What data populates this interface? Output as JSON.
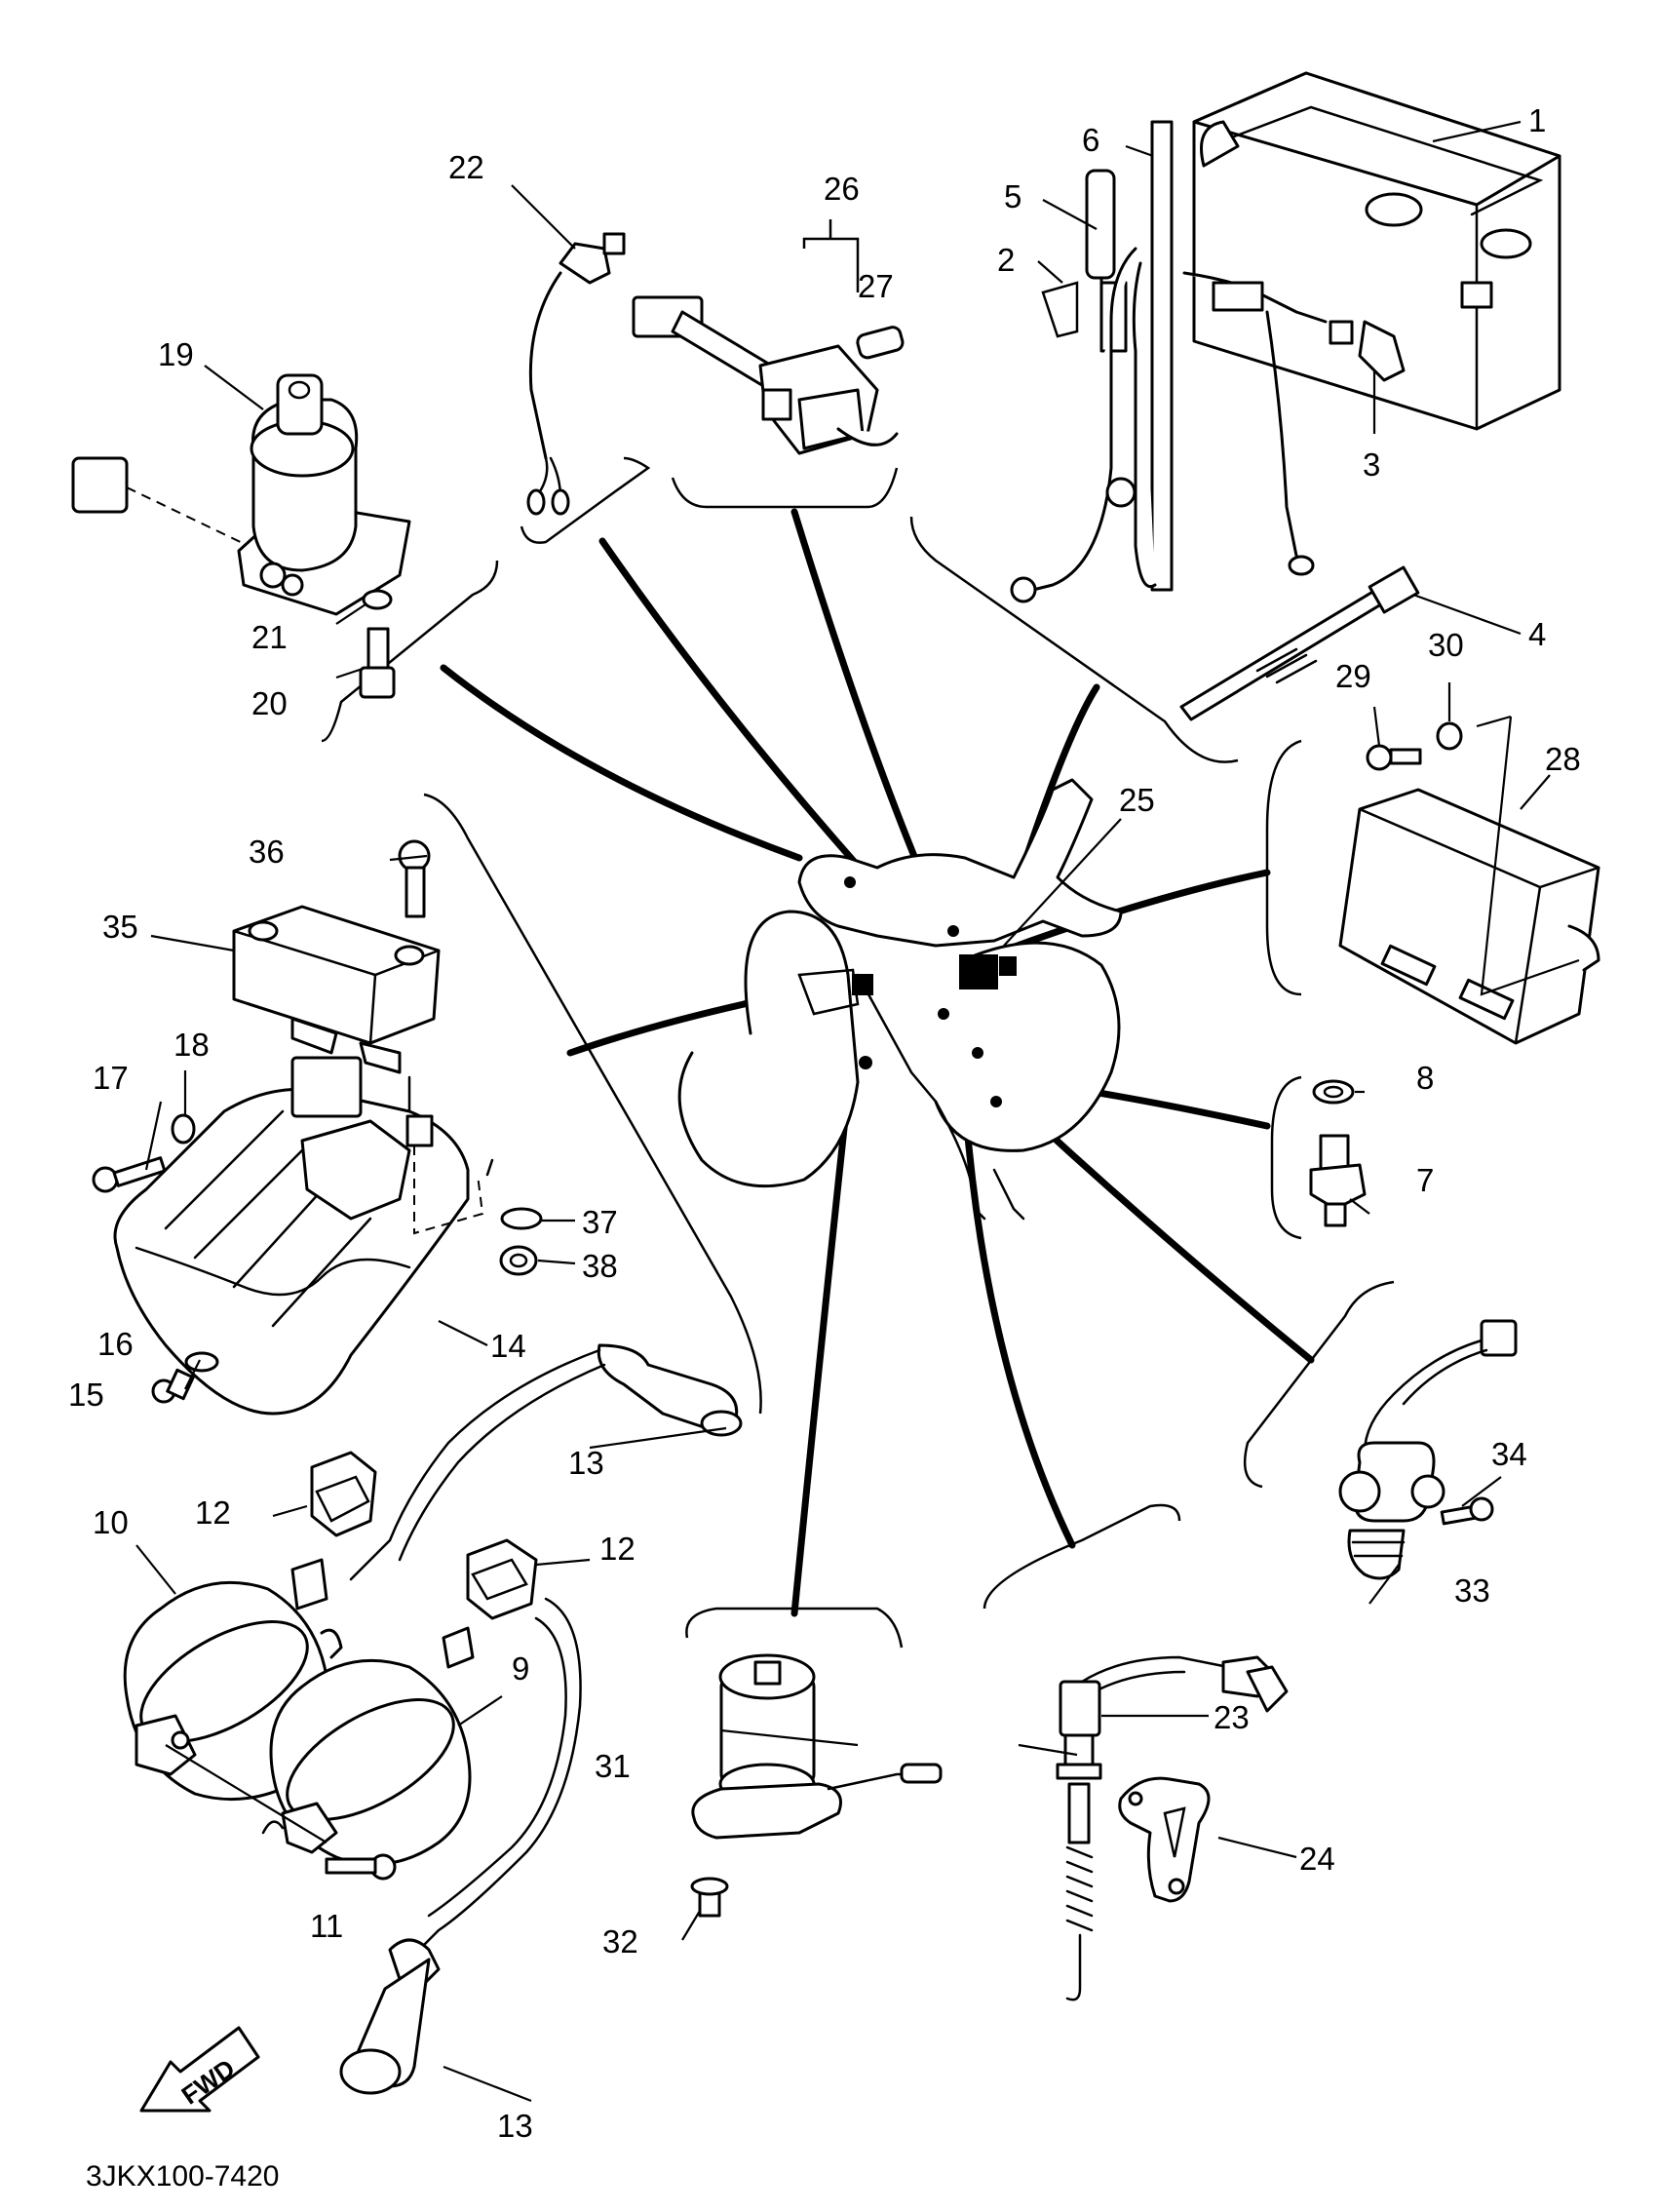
{
  "diagram_code": "3JKX100-7420",
  "direction_label": "FWD",
  "callouts": [
    "1",
    "2",
    "3",
    "4",
    "5",
    "6",
    "7",
    "8",
    "9",
    "10",
    "11",
    "12",
    "12",
    "13",
    "13",
    "14",
    "15",
    "16",
    "17",
    "18",
    "19",
    "20",
    "21",
    "22",
    "23",
    "24",
    "25",
    "26",
    "27",
    "28",
    "29",
    "30",
    "31",
    "32",
    "33",
    "34",
    "35",
    "36",
    "37",
    "38"
  ]
}
